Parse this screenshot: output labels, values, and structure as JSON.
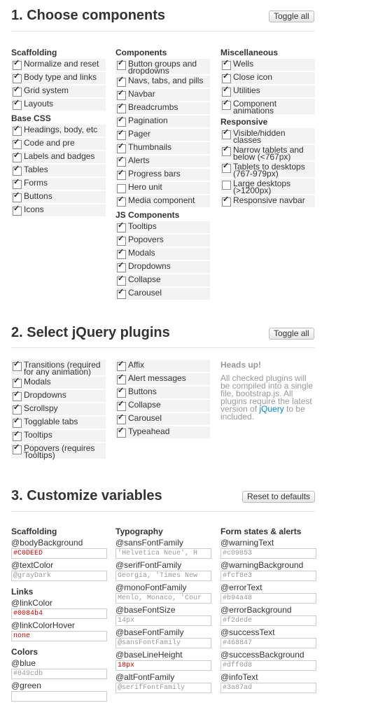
{
  "section1": {
    "title": "1. Choose components",
    "toggle": "Toggle all",
    "columns": [
      {
        "groups": [
          {
            "heading": "Scaffolding",
            "items": [
              {
                "label": "Normalize and reset",
                "checked": true
              },
              {
                "label": "Body type and links",
                "checked": true
              },
              {
                "label": "Grid system",
                "checked": true
              },
              {
                "label": "Layouts",
                "checked": true
              }
            ]
          },
          {
            "heading": "Base CSS",
            "items": [
              {
                "label": "Headings, body, etc",
                "checked": true
              },
              {
                "label": "Code and pre",
                "checked": true
              },
              {
                "label": "Labels and badges",
                "checked": true
              },
              {
                "label": "Tables",
                "checked": true
              },
              {
                "label": "Forms",
                "checked": true
              },
              {
                "label": "Buttons",
                "checked": true
              },
              {
                "label": "Icons",
                "checked": true
              }
            ]
          }
        ]
      },
      {
        "groups": [
          {
            "heading": "Components",
            "items": [
              {
                "label": "Button groups and dropdowns",
                "checked": true
              },
              {
                "label": "Navs, tabs, and pills",
                "checked": true
              },
              {
                "label": "Navbar",
                "checked": true
              },
              {
                "label": "Breadcrumbs",
                "checked": true
              },
              {
                "label": "Pagination",
                "checked": true
              },
              {
                "label": "Pager",
                "checked": true
              },
              {
                "label": "Thumbnails",
                "checked": true
              },
              {
                "label": "Alerts",
                "checked": true
              },
              {
                "label": "Progress bars",
                "checked": true
              },
              {
                "label": "Hero unit",
                "checked": false
              },
              {
                "label": "Media component",
                "checked": true
              }
            ]
          },
          {
            "heading": "JS Components",
            "items": [
              {
                "label": "Tooltips",
                "checked": true
              },
              {
                "label": "Popovers",
                "checked": true
              },
              {
                "label": "Modals",
                "checked": true
              },
              {
                "label": "Dropdowns",
                "checked": true
              },
              {
                "label": "Collapse",
                "checked": true
              },
              {
                "label": "Carousel",
                "checked": true
              }
            ]
          }
        ]
      },
      {
        "groups": [
          {
            "heading": "Miscellaneous",
            "items": [
              {
                "label": "Wells",
                "checked": true
              },
              {
                "label": "Close icon",
                "checked": true
              },
              {
                "label": "Utilities",
                "checked": true
              },
              {
                "label": "Component animations",
                "checked": true
              }
            ]
          },
          {
            "heading": "Responsive",
            "items": [
              {
                "label": "Visible/hidden classes",
                "checked": true
              },
              {
                "label": "Narrow tablets and below (<767px)",
                "checked": true
              },
              {
                "label": "Tablets to desktops (767-979px)",
                "checked": true
              },
              {
                "label": "Large desktops (>1200px)",
                "checked": false
              },
              {
                "label": "Responsive navbar",
                "checked": true
              }
            ]
          }
        ]
      }
    ]
  },
  "section2": {
    "title": "2. Select jQuery plugins",
    "toggle": "Toggle all",
    "columns": [
      {
        "items": [
          {
            "label": "Transitions (required for any animation)",
            "checked": true
          },
          {
            "label": "Modals",
            "checked": true
          },
          {
            "label": "Dropdowns",
            "checked": true
          },
          {
            "label": "Scrollspy",
            "checked": true
          },
          {
            "label": "Togglable tabs",
            "checked": true
          },
          {
            "label": "Tooltips",
            "checked": true
          },
          {
            "label": "Popovers (requires Tooltips)",
            "checked": true
          }
        ]
      },
      {
        "items": [
          {
            "label": "Affix",
            "checked": true
          },
          {
            "label": "Alert messages",
            "checked": true
          },
          {
            "label": "Buttons",
            "checked": true
          },
          {
            "label": "Collapse",
            "checked": true
          },
          {
            "label": "Carousel",
            "checked": true
          },
          {
            "label": "Typeahead",
            "checked": true
          }
        ]
      }
    ],
    "heads_up": {
      "title": "Heads up!",
      "text": "All checked plugins will be compiled into a single file, bootstrap.js. All plugins require the latest version of",
      "link": "jQuery",
      "text_end": "to be included."
    }
  },
  "section3": {
    "title": "3. Customize variables",
    "reset": "Reset to defaults",
    "columns": [
      {
        "groups": [
          {
            "heading": "Scaffolding",
            "vars": [
              {
                "name": "@bodyBackground",
                "value": "#C0DEED",
                "is_value": true
              },
              {
                "name": "@textColor",
                "value": "@grayDark",
                "is_value": false
              }
            ]
          },
          {
            "heading": "Links",
            "vars": [
              {
                "name": "@linkColor",
                "value": "#0084b4",
                "is_value": true
              },
              {
                "name": "@linkColorHover",
                "value": "none",
                "is_value": true
              }
            ]
          },
          {
            "heading": "Colors",
            "vars": [
              {
                "name": "@blue",
                "value": "#049cdb",
                "is_value": false
              },
              {
                "name": "@green",
                "value": "",
                "is_value": false
              }
            ]
          }
        ]
      },
      {
        "groups": [
          {
            "heading": "Typography",
            "vars": [
              {
                "name": "@sansFontFamily",
                "value": "'Helvetica Neue', H",
                "is_value": false
              },
              {
                "name": "@serifFontFamily",
                "value": "Georgia, 'Times New",
                "is_value": false
              },
              {
                "name": "@monoFontFamily",
                "value": "Menlo, Monaco, 'Cour",
                "is_value": false
              },
              {
                "name": "@baseFontSize",
                "value": "14px",
                "is_value": false
              },
              {
                "name": "@baseFontFamily",
                "value": "@sansFontFamily",
                "is_value": false
              },
              {
                "name": "@baseLineHeight",
                "value": "18px",
                "is_value": true
              },
              {
                "name": "@altFontFamily",
                "value": "@serifFontFamily",
                "is_value": false
              }
            ]
          }
        ]
      },
      {
        "groups": [
          {
            "heading": "Form states & alerts",
            "vars": [
              {
                "name": "@warningText",
                "value": "#c09853",
                "is_value": false
              },
              {
                "name": "@warningBackground",
                "value": "#fcf8e3",
                "is_value": false
              },
              {
                "name": "@errorText",
                "value": "#b94a48",
                "is_value": false
              },
              {
                "name": "@errorBackground",
                "value": "#f2dede",
                "is_value": false
              },
              {
                "name": "@successText",
                "value": "#468847",
                "is_value": false
              },
              {
                "name": "@successBackground",
                "value": "#dff0d8",
                "is_value": false
              },
              {
                "name": "@infoText",
                "value": "#3a87ad",
                "is_value": false
              }
            ]
          }
        ]
      }
    ]
  }
}
